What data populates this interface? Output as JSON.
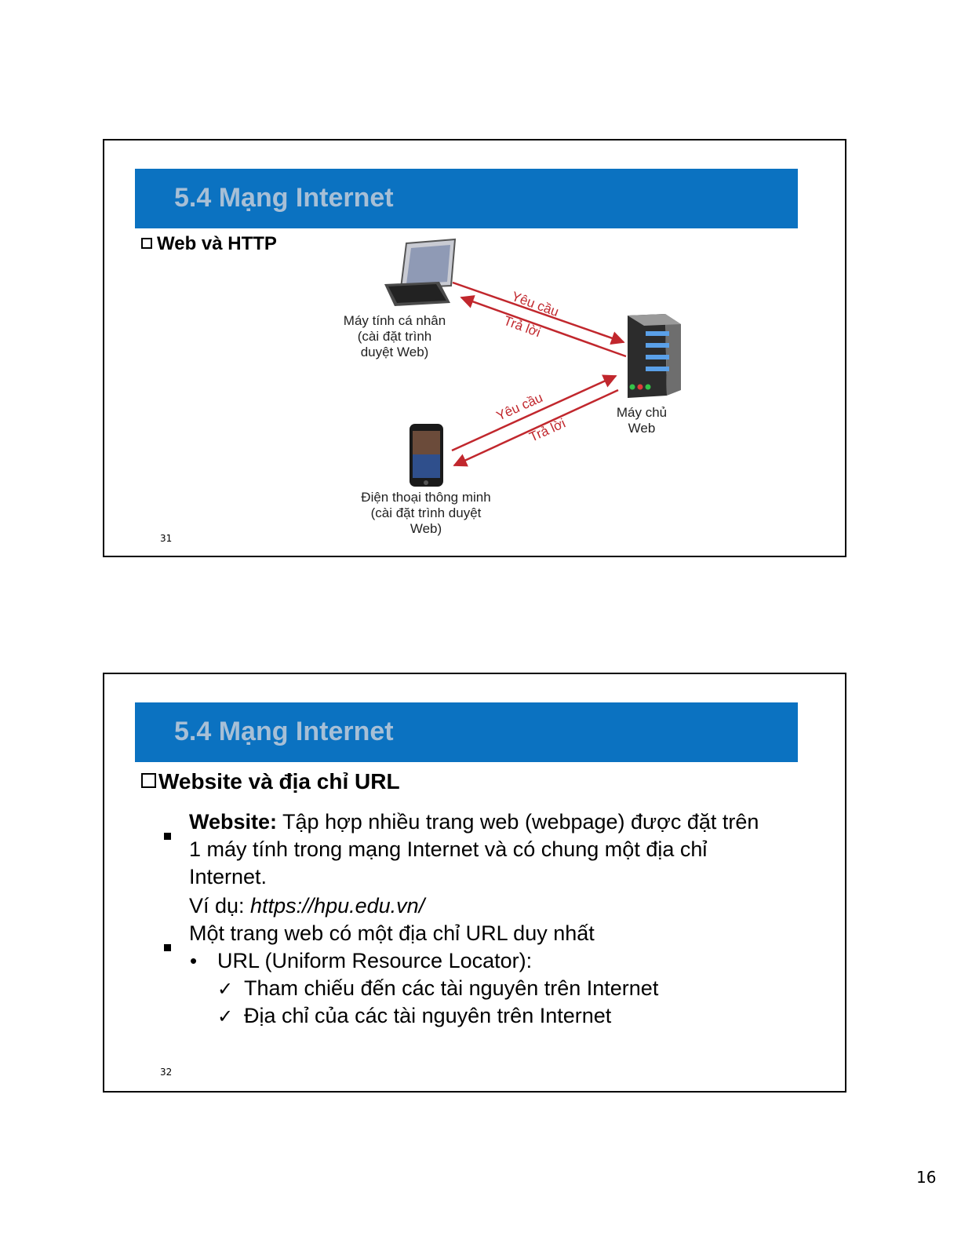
{
  "slides": [
    {
      "title": "5.4 Mạng Internet",
      "heading": "Web và HTTP",
      "slide_number": "31",
      "diagram": {
        "pc_label": [
          "Máy tính cá nhân",
          "(cài đặt trình",
          "duyệt Web)"
        ],
        "server_label": [
          "Máy chủ",
          "Web"
        ],
        "phone_label": [
          "Điện thoại thông minh",
          "(cài đặt trình duyệt",
          "Web)"
        ],
        "request_label": "Yêu cầu",
        "response_label": "Trả lời",
        "arrow_color": "#c1272d"
      }
    },
    {
      "title": "5.4 Mạng Internet",
      "heading": "Website và địa chỉ URL",
      "slide_number": "32",
      "bullets": {
        "website_term": "Website:",
        "website_def_1": " Tập hợp nhiều trang web (webpage) được đặt trên",
        "website_def_2": "1 máy tính trong mạng Internet và có chung một địa chỉ",
        "website_def_3": "Internet.",
        "example_prefix": "Ví dụ: ",
        "example_url": "https://hpu.edu.vn/",
        "url_point": "Một trang web có một địa chỉ URL duy nhất",
        "url_sub": "URL (Uniform Resource Locator):",
        "check_1": "Tham chiếu đến các tài nguyên trên Internet",
        "check_2": "Địa chỉ của các tài nguyên trên Internet"
      }
    }
  ],
  "page_number": "16",
  "colors": {
    "title_bar": "#0b72c1",
    "title_text": "#a7bfd6"
  }
}
